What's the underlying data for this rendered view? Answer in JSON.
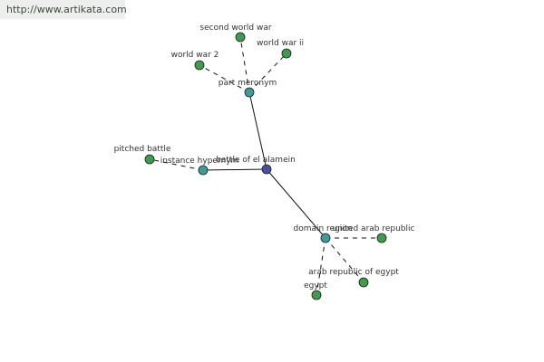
{
  "watermark": {
    "url": "http://www.artikata.com"
  },
  "colors": {
    "center_node": "#4a4fa3",
    "relation_node": "#3f9a9b",
    "leaf_node": "#3f9c4c",
    "edge": "#111111",
    "label": "#333333"
  },
  "graph": {
    "nodes": [
      {
        "id": "center",
        "label": "battle of el alamein",
        "kind": "center"
      },
      {
        "id": "part",
        "label": "part meronym",
        "kind": "relation"
      },
      {
        "id": "inst",
        "label": "instance hypernym",
        "kind": "relation"
      },
      {
        "id": "domain",
        "label": "domain region",
        "kind": "relation"
      },
      {
        "id": "sww",
        "label": "second world war",
        "kind": "leaf"
      },
      {
        "id": "wwii",
        "label": "world war ii",
        "kind": "leaf"
      },
      {
        "id": "ww2",
        "label": "world war 2",
        "kind": "leaf"
      },
      {
        "id": "pitched",
        "label": "pitched battle",
        "kind": "leaf"
      },
      {
        "id": "uar",
        "label": "united arab republic",
        "kind": "leaf"
      },
      {
        "id": "are",
        "label": "arab republic of egypt",
        "kind": "leaf"
      },
      {
        "id": "egypt",
        "label": "egypt",
        "kind": "leaf"
      }
    ],
    "edges": [
      {
        "from": "center",
        "to": "part",
        "style": "solid"
      },
      {
        "from": "center",
        "to": "inst",
        "style": "solid"
      },
      {
        "from": "center",
        "to": "domain",
        "style": "solid"
      },
      {
        "from": "part",
        "to": "sww",
        "style": "dashed"
      },
      {
        "from": "part",
        "to": "wwii",
        "style": "dashed"
      },
      {
        "from": "part",
        "to": "ww2",
        "style": "dashed"
      },
      {
        "from": "inst",
        "to": "pitched",
        "style": "dashed"
      },
      {
        "from": "domain",
        "to": "uar",
        "style": "dashed"
      },
      {
        "from": "domain",
        "to": "are",
        "style": "dashed"
      },
      {
        "from": "domain",
        "to": "egypt",
        "style": "dashed"
      }
    ]
  }
}
